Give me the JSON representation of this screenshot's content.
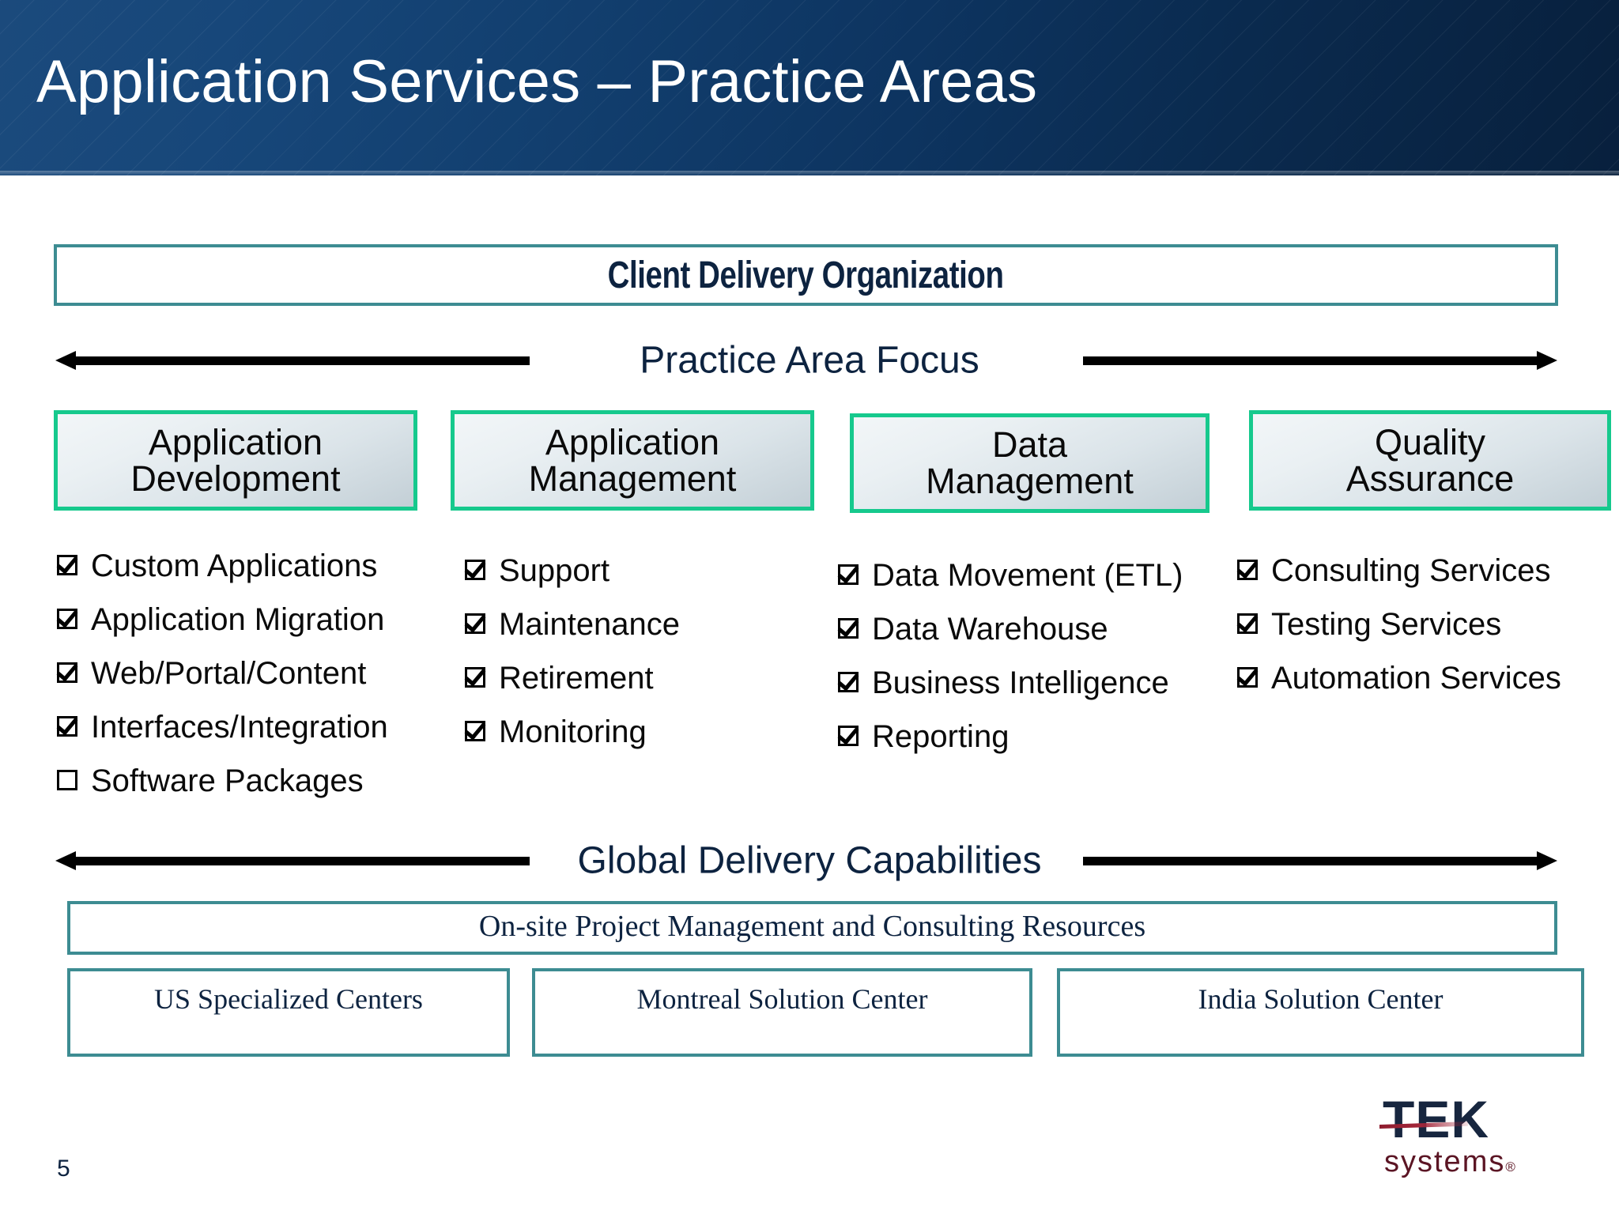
{
  "slide": {
    "title": "Application Services – Practice Areas",
    "page_number": "5"
  },
  "org_box": {
    "label": "Client Delivery Organization"
  },
  "focus_arrow": {
    "caption": "Practice Area Focus",
    "left_arrow_icon": "arrow-left-icon",
    "right_arrow_icon": "arrow-right-icon"
  },
  "practice_areas": [
    {
      "title": "Application\nDevelopment",
      "items": [
        {
          "label": "Custom Applications",
          "checked": true
        },
        {
          "label": "Application Migration",
          "checked": true
        },
        {
          "label": "Web/Portal/Content",
          "checked": true
        },
        {
          "label": "Interfaces/Integration",
          "checked": true
        },
        {
          "label": "Software Packages",
          "checked": false
        }
      ]
    },
    {
      "title": "Application\nManagement",
      "items": [
        {
          "label": "Support",
          "checked": true
        },
        {
          "label": "Maintenance",
          "checked": true
        },
        {
          "label": "Retirement",
          "checked": true
        },
        {
          "label": "Monitoring",
          "checked": true
        }
      ]
    },
    {
      "title": "Data\nManagement",
      "items": [
        {
          "label": "Data Movement (ETL)",
          "checked": true
        },
        {
          "label": "Data Warehouse",
          "checked": true
        },
        {
          "label": "Business Intelligence",
          "checked": true
        },
        {
          "label": "Reporting",
          "checked": true
        }
      ]
    },
    {
      "title": "Quality\nAssurance",
      "items": [
        {
          "label": "Consulting Services",
          "checked": true
        },
        {
          "label": "Testing Services",
          "checked": true
        },
        {
          "label": "Automation Services",
          "checked": true
        }
      ]
    }
  ],
  "delivery_arrow": {
    "caption": "Global Delivery Capabilities",
    "left_arrow_icon": "arrow-left-icon",
    "right_arrow_icon": "arrow-right-icon"
  },
  "onsite_box": {
    "label": "On-site Project Management and Consulting Resources"
  },
  "solution_centers": [
    {
      "label": "US Specialized Centers"
    },
    {
      "label": "Montreal Solution Center"
    },
    {
      "label": "India Solution Center"
    }
  ],
  "logo": {
    "tek": "TEK",
    "systems": "systems",
    "registered": "®"
  },
  "colors": {
    "header_blue_light": "#1b4a7c",
    "header_blue_dark": "#08203d",
    "teal_border": "#3d8c92",
    "green_border": "#16c98d",
    "navy_text": "#0d2340",
    "logo_red": "#8e1c2e"
  }
}
